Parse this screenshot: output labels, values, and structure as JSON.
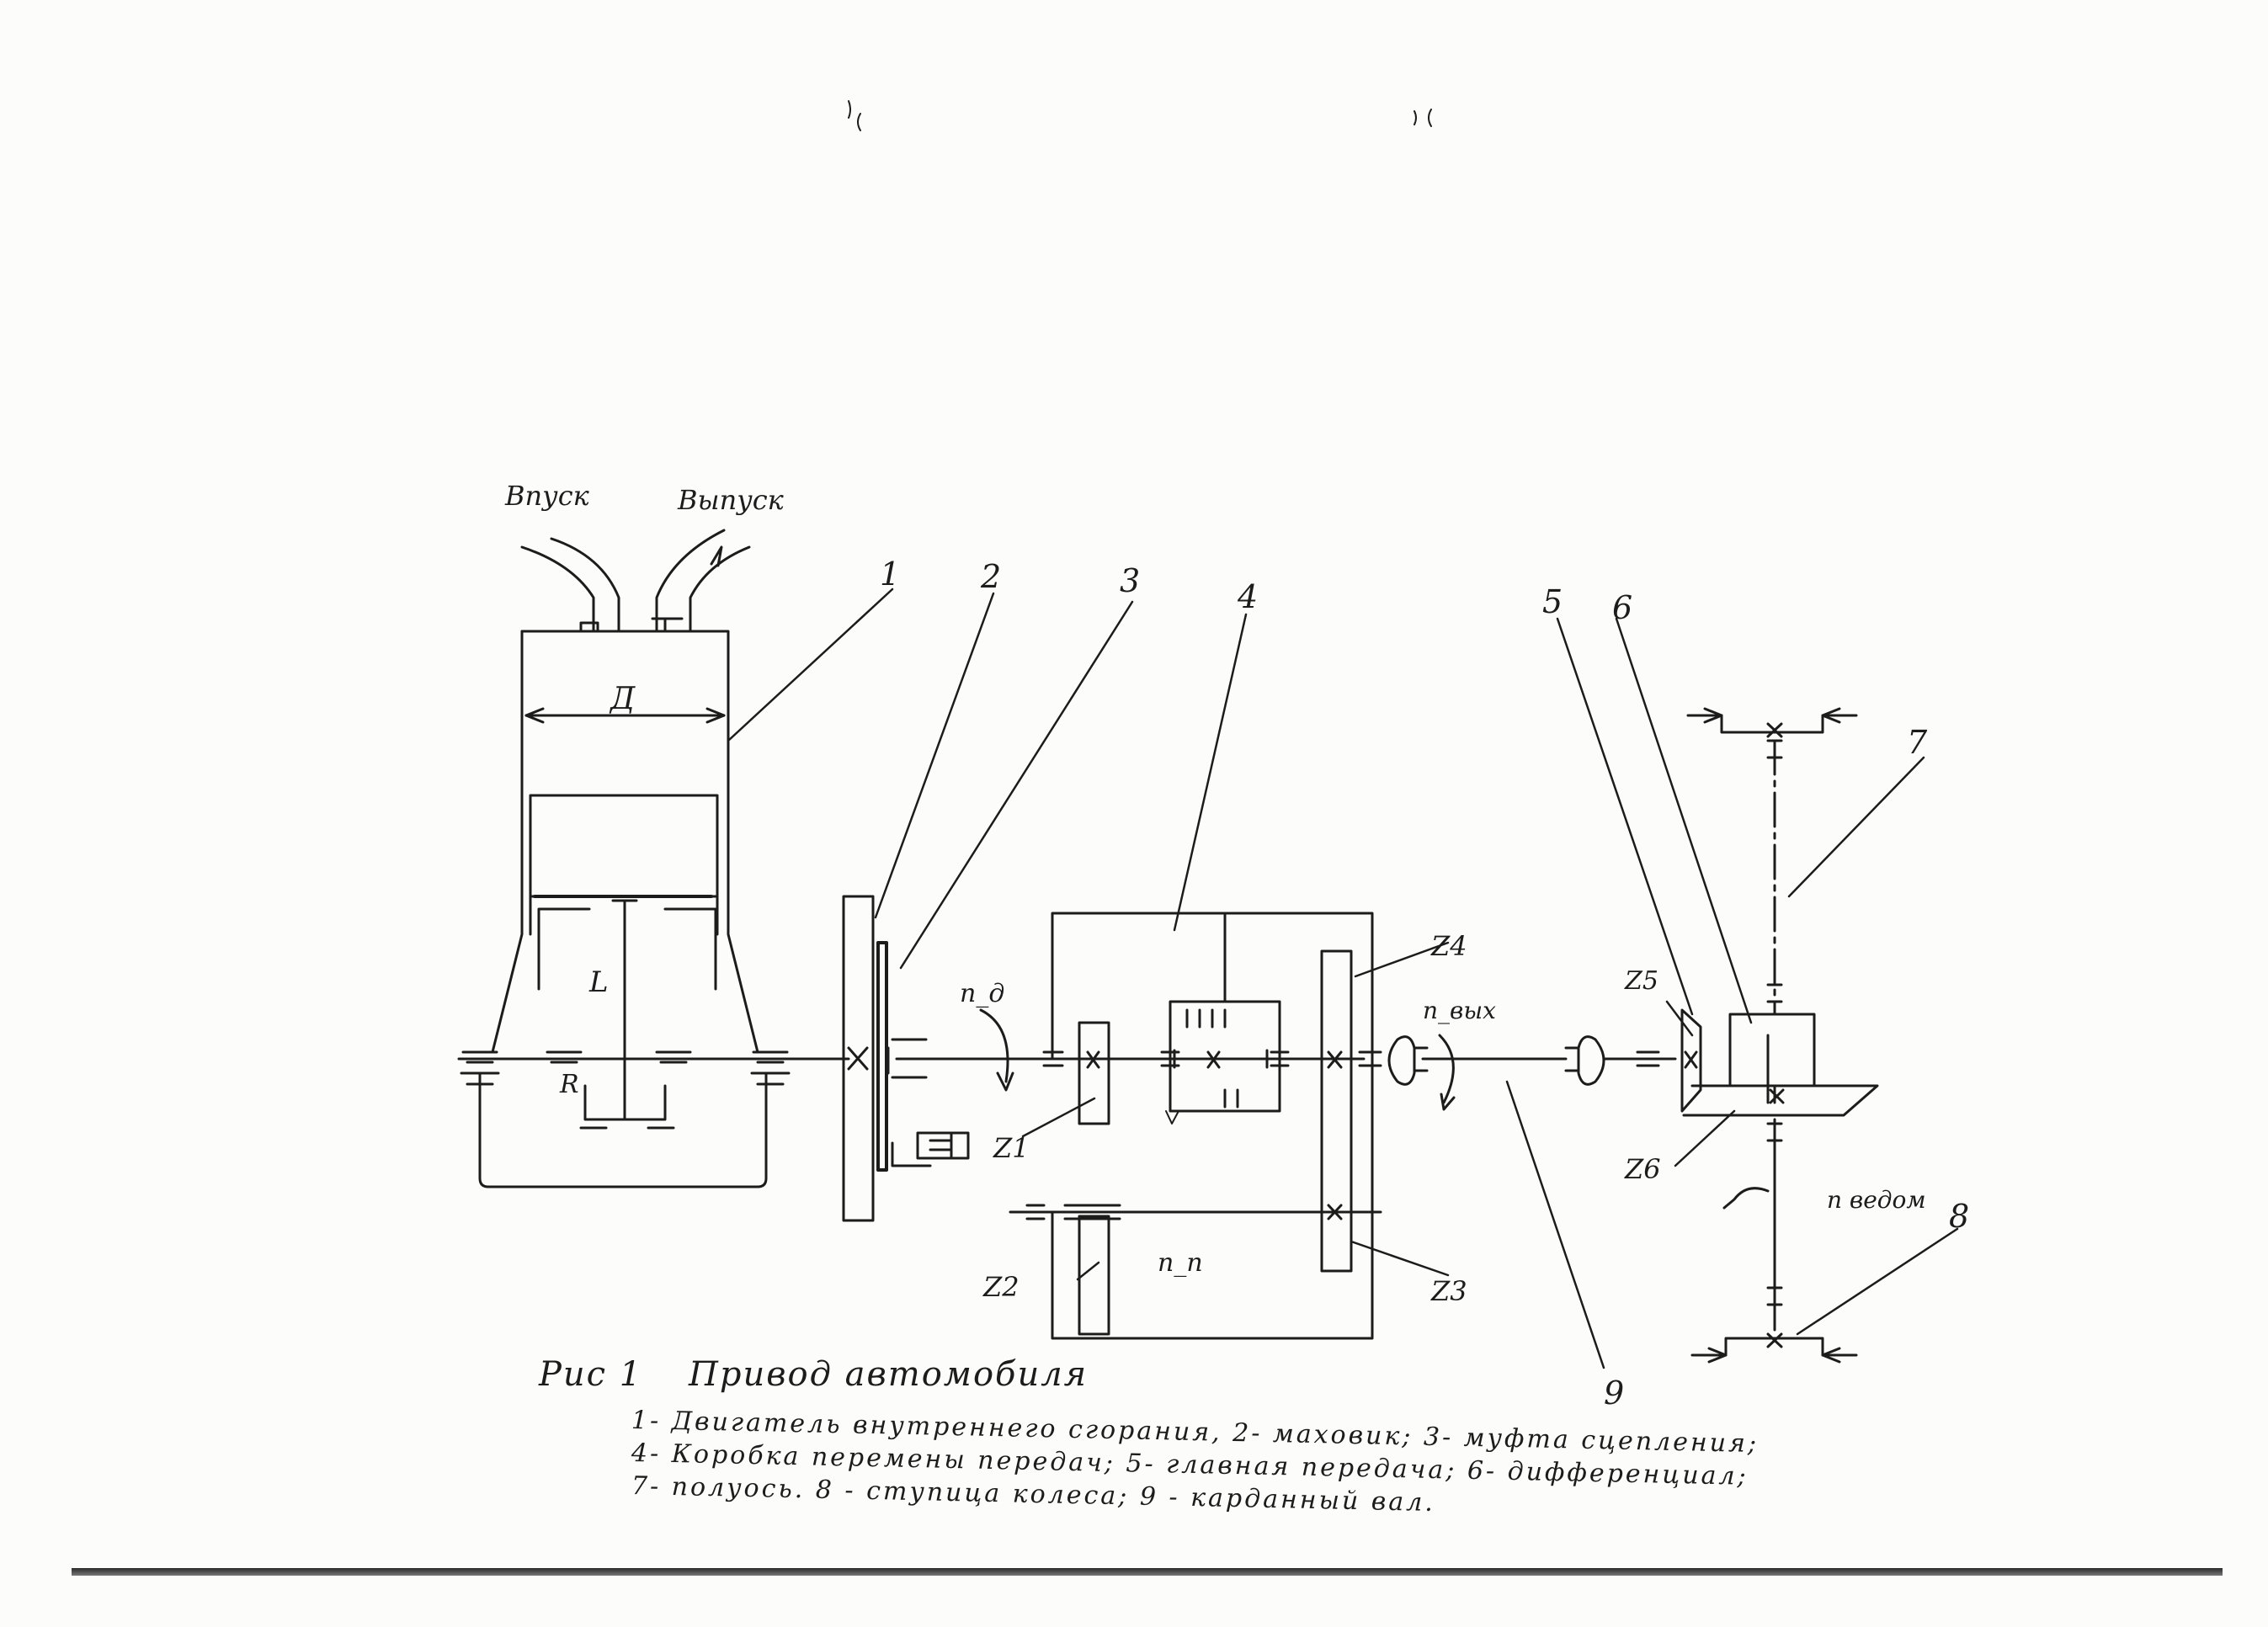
{
  "flows": {
    "intake": "Впуск",
    "exhaust": "Выпуск"
  },
  "callouts": [
    "1",
    "2",
    "3",
    "4",
    "5",
    "6",
    "7",
    "8",
    "9"
  ],
  "dimensions": {
    "bore": "Д",
    "stroke": "L",
    "radius": "R"
  },
  "speeds": {
    "engine": "n_д",
    "output": "n_вых",
    "intermediate": "n_п",
    "driven": "n ведом"
  },
  "gears": {
    "z1": "Z1",
    "z2": "Z2",
    "z3": "Z3",
    "z4": "Z4",
    "z5": "Z5",
    "z6": "Z6"
  },
  "caption": {
    "fig": "Рис 1",
    "title": "Привод автомобиля",
    "legend": [
      "1- Двигатель внутреннего сгорания, 2- маховик; 3- муфта сцепления;",
      "4- Коробка перемены передач; 5- главная передача; 6- дифференциал;",
      "7- полуось. 8 - ступица колеса; 9 - карданный вал."
    ]
  }
}
